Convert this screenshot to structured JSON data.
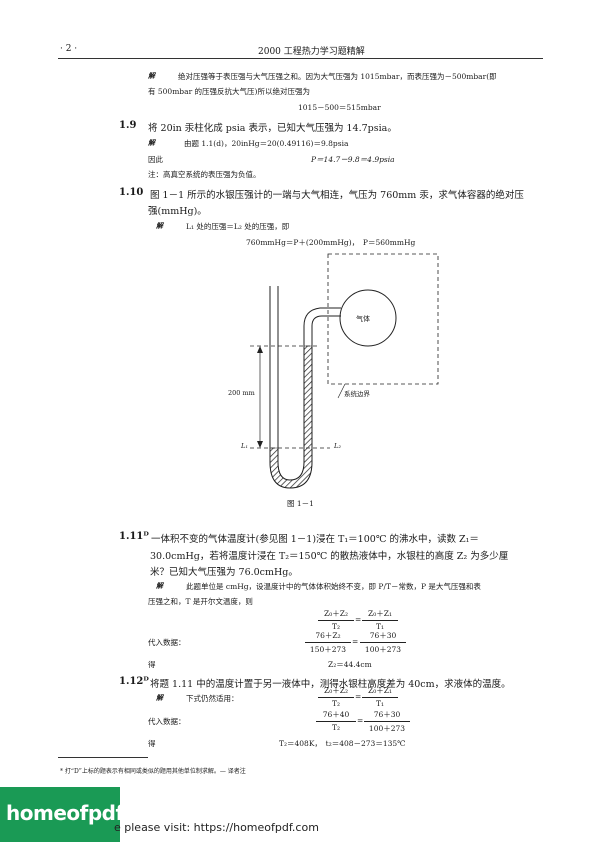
{
  "header": {
    "page_num": "· 2 ·",
    "title": "2000 工程热力学习题精解"
  },
  "solution_label": "解",
  "p18": {
    "l1": "绝对压强等于表压强与大气压强之和。因为大气压强为 1015mbar，而表压强为－500mbar(即",
    "l2": "有 500mbar 的压强反抗大气压)所以绝对压强为",
    "eq": "1015－500＝515mbar"
  },
  "p19": {
    "num": "1.9",
    "question": "将 20in 汞柱化成 psia 表示，已知大气压强为 14.7psia。",
    "l1": "由题 1.1(d)，20inHg＝20(0.49116)＝9.8psia",
    "l2a": "因此",
    "l2b": "P＝14.7－9.8＝4.9psia",
    "note": "注：高真空系统的表压强为负值。"
  },
  "p110": {
    "num": "1.10",
    "q1": "图 1－1 所示的水银压强计的一端与大气相连，气压为 760mm 汞，求气体容器的绝对压",
    "q2": "强(mmHg)。",
    "s1": "L₁ 处的压强＝L₂ 处的压强，即",
    "s2": "760mmHg＝P＋(200mmHg)，　P＝560mmHg"
  },
  "figure": {
    "gas_label": "气体",
    "boundary_label": "系统边界",
    "dim_label": "200 mm",
    "l1_label": "L₁",
    "l2_label": "L₂",
    "caption": "图 1－1"
  },
  "p111": {
    "num": "1.11ᴰ",
    "q1": "一体积不变的气体温度计(参见图 1－1)浸在 T₁＝100℃ 的沸水中，读数 Z₁＝",
    "q2": "30.0cmHg，若将温度计浸在 T₂＝150℃ 的散热液体中，水银柱的高度 Z₂ 为多少厘",
    "q3": "米？已知大气压强为 76.0cmHg。",
    "s1": "此题单位是 cmHg，设温度计中的气体体积始终不变，即 P/T－常数，P 是大气压强和表",
    "s2": "压强之和，T 是开尔文温度，则",
    "eq1_lnum": "Z₀＋Z₂",
    "eq1_lden": "T₂",
    "eq1_rnum": "Z₀＋Z₁",
    "eq1_rden": "T₁",
    "sub_label": "代入数据：",
    "eq2_lnum": "76＋Z₂",
    "eq2_lden": "150＋273",
    "eq2_rnum": "76＋30",
    "eq2_rden": "100＋273",
    "get_label": "得",
    "result": "Z₂＝44.4cm"
  },
  "p112": {
    "num": "1.12ᴰ",
    "question": "将题 1.11 中的温度计置于另一液体中，测得水银柱高度差为 40cm，求液体的温度。",
    "s1": "下式仍然适用：",
    "eq1_lnum": "Z₀＋Z₂",
    "eq1_lden": "T₂",
    "eq1_rnum": "Z₀＋Z₁",
    "eq1_rden": "T₁",
    "sub_label": "代入数据：",
    "eq2_lnum": "76＋40",
    "eq2_lden": "T₂",
    "eq2_rnum": "76＋30",
    "eq2_rden": "100＋273",
    "get_label": "得",
    "result": "T₂＝408K，　t₂＝408－273＝135℃"
  },
  "footnote": "* 打“D”上标的题表示有相同或类似的题用其他单位制求解。— 译者注",
  "logo_text": "homeofpdf.com",
  "footer_text": "e please visit: https://homeofpdf.com"
}
